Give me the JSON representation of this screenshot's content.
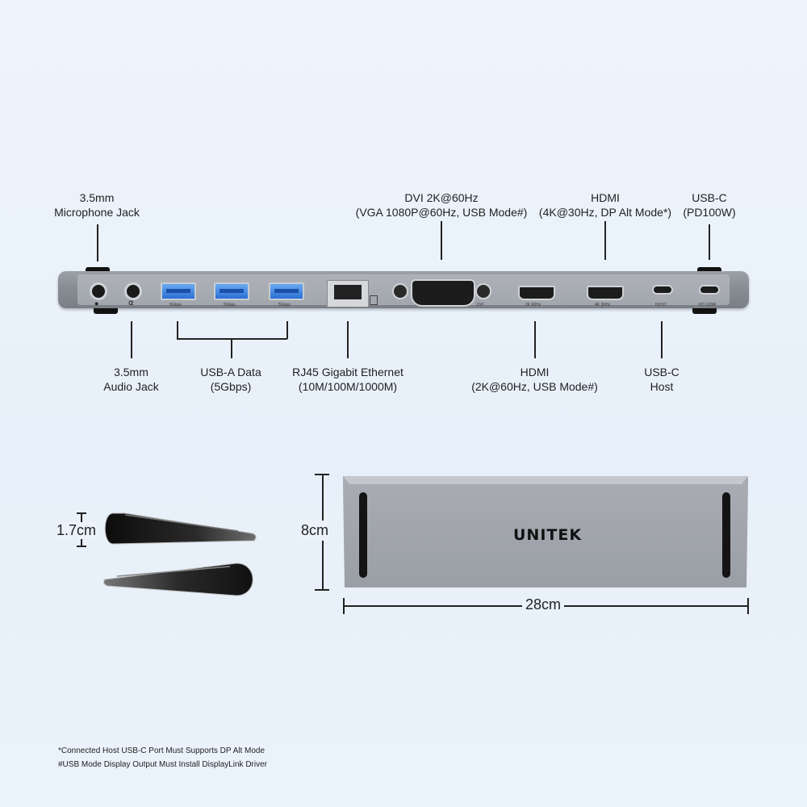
{
  "labels": {
    "mic": [
      "3.5mm",
      "Microphone Jack"
    ],
    "dvi": [
      "DVI 2K@60Hz",
      "(VGA 1080P@60Hz, USB Mode#)"
    ],
    "hdmi_top": [
      "HDMI",
      "(4K@30Hz, DP Alt Mode*)"
    ],
    "usbc_pd": [
      "USB-C",
      "(PD100W)"
    ],
    "audio": [
      "3.5mm",
      "Audio Jack"
    ],
    "usba": [
      "USB-A Data",
      "(5Gbps)"
    ],
    "rj45": [
      "RJ45 Gigabit Ethernet",
      "(10M/100M/1000M)"
    ],
    "hdmi_bottom": [
      "HDMI",
      "(2K@60Hz, USB Mode#)"
    ],
    "usbc_host": [
      "USB-C",
      "Host"
    ]
  },
  "port_markings": {
    "usba": "5Gbps",
    "dvi": "DVI",
    "hdmi1": "2K 60Hz",
    "hdmi2": "4K 30Hz",
    "host": "HOST",
    "pd": "PD 100W"
  },
  "dimensions": {
    "thickness": "1.7cm",
    "depth": "8cm",
    "width": "28cm"
  },
  "brand": "UNITEK",
  "notes": [
    "*Connected Host USB-C Port Must Supports DP Alt Mode",
    "#USB Mode Display Output Must Install DisplayLink Driver"
  ],
  "colors": {
    "usb_blue": "#2b6fd6",
    "body_gray": "#8a8e95"
  }
}
